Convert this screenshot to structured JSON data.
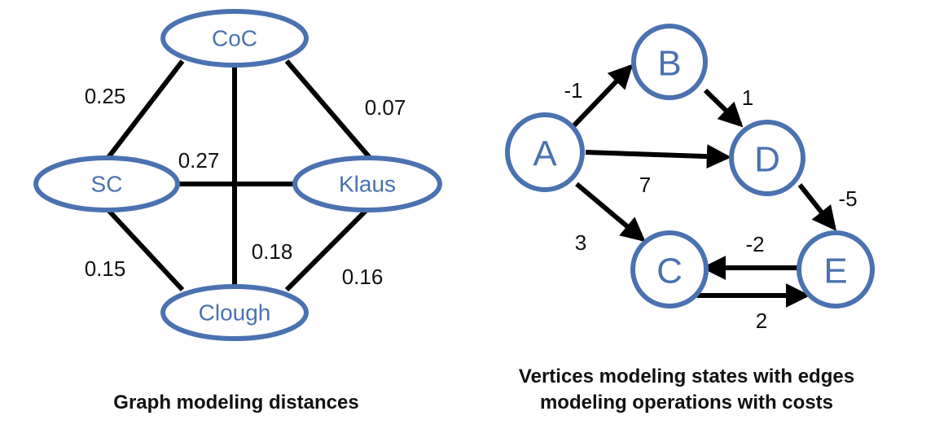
{
  "left_graph": {
    "caption": "Graph modeling distances",
    "nodes": {
      "coc": "CoC",
      "sc": "SC",
      "klaus": "Klaus",
      "clough": "Clough"
    },
    "weights": {
      "coc_sc": "0.25",
      "coc_klaus": "0.07",
      "sc_klaus": "0.27",
      "coc_clough": "0.18",
      "sc_clough": "0.15",
      "klaus_clough": "0.16"
    }
  },
  "right_graph": {
    "caption_line1": "Vertices modeling states with edges",
    "caption_line2": "modeling operations with costs",
    "nodes": {
      "a": "A",
      "b": "B",
      "c": "C",
      "d": "D",
      "e": "E"
    },
    "weights": {
      "a_b": "-1",
      "b_d": "1",
      "a_d": "7",
      "a_c": "3",
      "d_e": "-5",
      "e_c": "-2",
      "c_e": "2"
    }
  }
}
